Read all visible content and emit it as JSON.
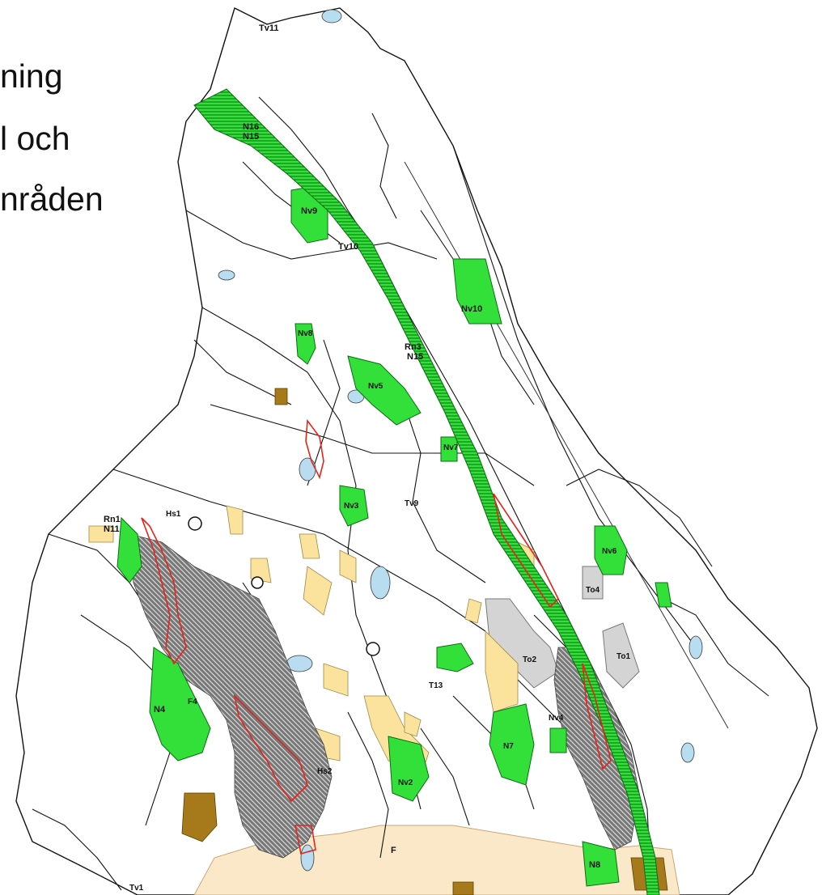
{
  "title_lines": [
    "ning",
    "l och",
    "nråden"
  ],
  "colors": {
    "nature_green": "#33e03a",
    "yellow_area": "#fbe39e",
    "grey_hatch": "#6e6e6e",
    "light_grey": "#d4d4d4",
    "tan_band": "#fbe8c8",
    "brown_area": "#a67a1a",
    "red_outline": "#e8231b",
    "line": "#111111",
    "water": "#b8dcf0"
  },
  "labels": {
    "tv11": "Tv11",
    "n16": "N16",
    "n15": "N15",
    "nv9": "Nv9",
    "tv10": "Tv10",
    "nv10": "Nv10",
    "nv8": "Nv8",
    "rn3": "Rn3",
    "n15b": "N15",
    "nv5": "Nv5",
    "nv7": "Nv7",
    "nv3": "Nv3",
    "tv9": "Tv9",
    "rn1": "Rn1",
    "n11": "N11",
    "hs1": "Hs1",
    "nv6": "Nv6",
    "to4": "To4",
    "to2": "To2",
    "to1": "To1",
    "t13": "T13",
    "n4": "N4",
    "f4": "F4",
    "hs2": "Hs2",
    "nv2": "Nv2",
    "n7": "N7",
    "n8": "N8",
    "nv4": "Nv4",
    "f": "F",
    "tv1": "Tv1"
  }
}
